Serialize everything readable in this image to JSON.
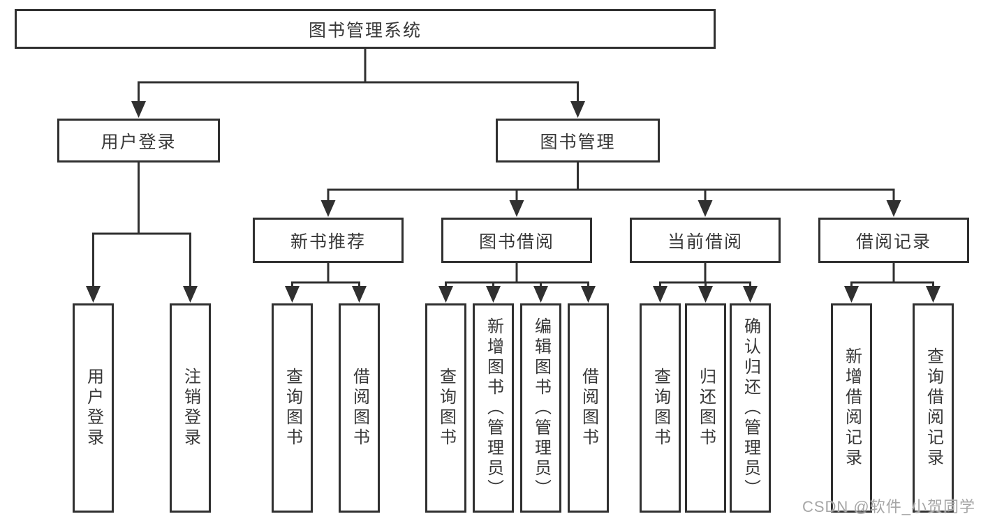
{
  "tree": {
    "label": "图书管理系统",
    "children": [
      {
        "label": "用户登录",
        "children": [
          {
            "label": "用户登录"
          },
          {
            "label": "注销登录"
          }
        ]
      },
      {
        "label": "图书管理",
        "children": [
          {
            "label": "新书推荐",
            "children": [
              {
                "label": "查询图书"
              },
              {
                "label": "借阅图书"
              }
            ]
          },
          {
            "label": "图书借阅",
            "children": [
              {
                "label": "查询图书"
              },
              {
                "label": "新增图书（管理员）"
              },
              {
                "label": "编辑图书（管理员）"
              },
              {
                "label": "借阅图书"
              }
            ]
          },
          {
            "label": "当前借阅",
            "children": [
              {
                "label": "查询图书"
              },
              {
                "label": "归还图书"
              },
              {
                "label": "确认归还（管理员）"
              }
            ]
          },
          {
            "label": "借阅记录",
            "children": [
              {
                "label": "新增借阅记录"
              },
              {
                "label": "查询借阅记录"
              }
            ]
          }
        ]
      }
    ]
  },
  "watermark": "CSDN @软件_小贺同学",
  "colors": {
    "line": "#303030",
    "text": "#383838",
    "watermark": "#a6a6a6",
    "background": "#ffffff"
  }
}
